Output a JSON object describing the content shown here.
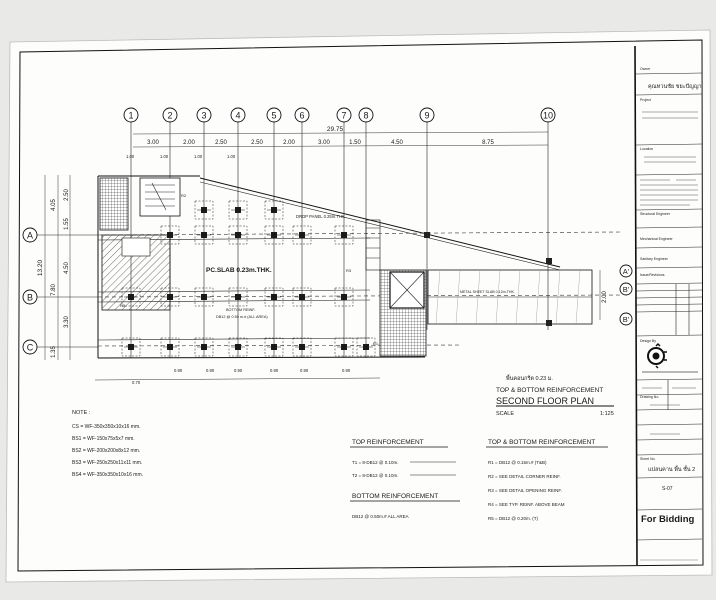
{
  "sheet": {
    "title_line1": "TOP & BOTTOM REINFORCEMENT",
    "title_line2": "SECOND FLOOR PLAN",
    "scale_label": "SCALE",
    "scale_value": "1:125",
    "slab_label": "PC.SLAB 0.23m.THK.",
    "drop_panel": "DROP PANEL 0.25m.THK.",
    "metal_sheet": "METAL SHEET SLAB 0.12m.THK.",
    "bottom_reinf": "BOTTOM REINF.",
    "db_all_area": "DB12 @ 0.50 m.# (ALL AREA)",
    "thai_note": "พื้นคอนกรีต 0.23 ม."
  },
  "grid": {
    "cols": [
      "1",
      "2",
      "3",
      "4",
      "5",
      "6",
      "7",
      "8",
      "9",
      "10"
    ],
    "rows": [
      "A",
      "B",
      "C"
    ],
    "rows_right": [
      "A'",
      "B'",
      "B'"
    ],
    "total": "29.75",
    "spans": [
      "3.00",
      "2.00",
      "2.50",
      "2.50",
      "2.00",
      "3.00",
      "1.50",
      "4.50",
      "8.75"
    ],
    "left_total": "13.20",
    "left_outer": [
      "4.05",
      "7.80",
      "1.35"
    ],
    "left_inner": [
      "2.50",
      "1.55",
      "4.50",
      "3.30"
    ],
    "right_dim": "2.00",
    "top_small": [
      "1.00",
      "1.00",
      "1.00",
      "1.00"
    ],
    "bottom_small": [
      "0.70",
      "0.90",
      "0.90",
      "0.90",
      "0.90",
      "0.90",
      "0.90"
    ]
  },
  "notes": {
    "heading": "NOTE :",
    "items": [
      "CS  = WF-350x350x10x16 mm.",
      "BS1 = WF-150x75x5x7 mm.",
      "BS2 = WF-200x200x8x12 mm.",
      "BS3 = WF-250x250x11x11 mm.",
      "BS4 = WF-350x350x10x16 mm."
    ]
  },
  "top_reinforcement": {
    "heading": "TOP REINFORCEMENT",
    "items": [
      "T1 = 8-DB12 @ 0.10m.",
      "T2 = 8-DB12 @ 0.10m."
    ]
  },
  "bottom_reinforcement": {
    "heading": "BOTTOM REINFORCEMENT",
    "items": [
      "DB12 @ 0.50m.# ALL AREA"
    ]
  },
  "tb_reinforcement": {
    "heading": "TOP & BOTTOM REINFORCEMENT",
    "items": [
      "R1  =  DB12 @ 0.15m.# (T&B)",
      "R2  =  SEE DETAIL CORNER REINF.",
      "R3  =  SEE DETAIL OPENING REINF.",
      "R4  =  SEE TYP. REINF. ABOVE BEAM",
      "R5  =  DB12 @ 0.20m. (T)"
    ]
  },
  "title_block": {
    "owner_label": "Owner",
    "owner_value": "คุณทวนชัย ชยะปัญญา",
    "project_label": "Project",
    "location_label": "Location",
    "engineer_label": "Structural Engineer",
    "mech_label": "Mechanical Engineer",
    "sanitary_label": "Sanitary Engineer",
    "revision_label": "Issue/Revisions",
    "design_label": "Design By",
    "drawing_label": "Drawing No.",
    "sheet_label": "Sheet No.",
    "sheet_value": "S-07",
    "drawing_title": "แปลนคาน พื้น ชั้น 2",
    "for_bidding": "For Bidding"
  },
  "colors": {
    "paper": "#ffffff",
    "ink": "#111111",
    "background": "#e9e9e7"
  }
}
